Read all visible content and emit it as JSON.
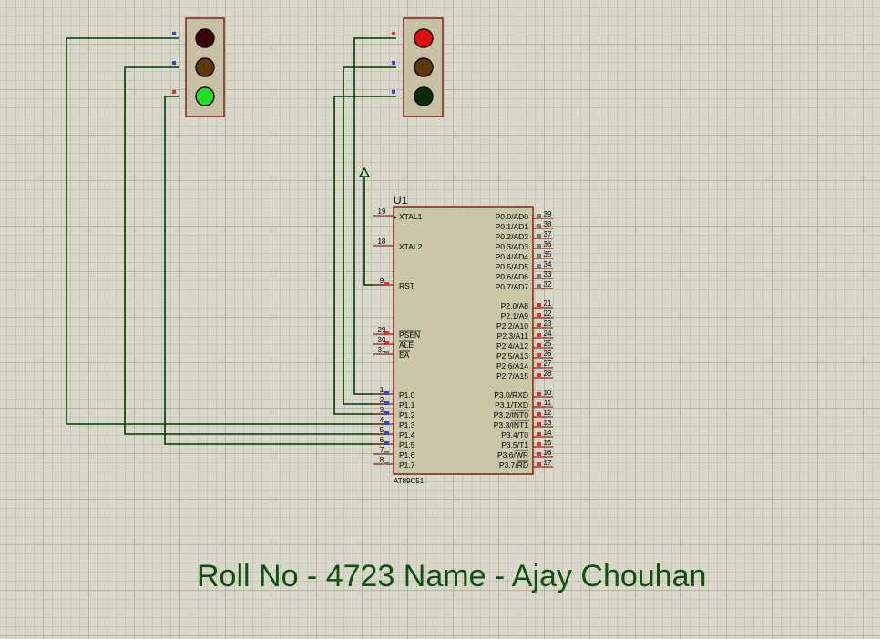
{
  "chip": {
    "designator": "U1",
    "part": "AT89C51",
    "left_pins": [
      {
        "num": "19",
        "name": "XTAL1"
      },
      {
        "num": "18",
        "name": "XTAL2"
      },
      {
        "num": "9",
        "name": "RST"
      },
      {
        "num": "29",
        "name": "PSEN"
      },
      {
        "num": "30",
        "name": "ALE"
      },
      {
        "num": "31",
        "name": "EA"
      },
      {
        "num": "1",
        "name": "P1.0"
      },
      {
        "num": "2",
        "name": "P1.1"
      },
      {
        "num": "3",
        "name": "P1.2"
      },
      {
        "num": "4",
        "name": "P1.3"
      },
      {
        "num": "5",
        "name": "P1.4"
      },
      {
        "num": "6",
        "name": "P1.5"
      },
      {
        "num": "7",
        "name": "P1.6"
      },
      {
        "num": "8",
        "name": "P1.7"
      }
    ],
    "right_pins": [
      {
        "num": "39",
        "name": "P0.0/AD0"
      },
      {
        "num": "38",
        "name": "P0.1/AD1"
      },
      {
        "num": "37",
        "name": "P0.2/AD2"
      },
      {
        "num": "36",
        "name": "P0.3/AD3"
      },
      {
        "num": "35",
        "name": "P0.4/AD4"
      },
      {
        "num": "34",
        "name": "P0.5/AD5"
      },
      {
        "num": "33",
        "name": "P0.6/AD6"
      },
      {
        "num": "32",
        "name": "P0.7/AD7"
      },
      {
        "num": "21",
        "name": "P2.0/A8"
      },
      {
        "num": "22",
        "name": "P2.1/A9"
      },
      {
        "num": "23",
        "name": "P2.2/A10"
      },
      {
        "num": "24",
        "name": "P2.3/A11"
      },
      {
        "num": "25",
        "name": "P2.4/A12"
      },
      {
        "num": "26",
        "name": "P2.5/A13"
      },
      {
        "num": "27",
        "name": "P2.6/A14"
      },
      {
        "num": "28",
        "name": "P2.7/A15"
      },
      {
        "num": "10",
        "name": "P3.0/RXD"
      },
      {
        "num": "11",
        "name": "P3.1/TXD"
      },
      {
        "num": "12",
        "name": "P3.2/INT0"
      },
      {
        "num": "13",
        "name": "P3.3/INT1"
      },
      {
        "num": "14",
        "name": "P3.4/T0"
      },
      {
        "num": "15",
        "name": "P3.5/T1"
      },
      {
        "num": "16",
        "name": "P3.6/WR"
      },
      {
        "num": "17",
        "name": "P3.7/RD"
      }
    ]
  },
  "traffic_lights": [
    {
      "name": "traffic-light-1",
      "lamps": [
        "red",
        "yellow",
        "green"
      ],
      "lit": "green",
      "colors": {
        "red_on": "#e01010",
        "red_off": "#3a0404",
        "yellow_off": "#5a3a08",
        "green_on": "#22dd22",
        "green_off": "#062e06"
      }
    },
    {
      "name": "traffic-light-2",
      "lamps": [
        "red",
        "yellow",
        "green"
      ],
      "lit": "red",
      "colors": {
        "red_on": "#e01010",
        "red_off": "#3a0404",
        "yellow_off": "#5a3a08",
        "green_on": "#22dd22",
        "green_off": "#062e06"
      }
    }
  ],
  "caption": "Roll No - 4723  Name - Ajay Chouhan",
  "colors": {
    "wire": "#003a00",
    "chip_body": "#c8c8a8",
    "chip_border": "#8b2b1b",
    "housing": "#c6c0a4",
    "caption": "#0f4f0f"
  }
}
